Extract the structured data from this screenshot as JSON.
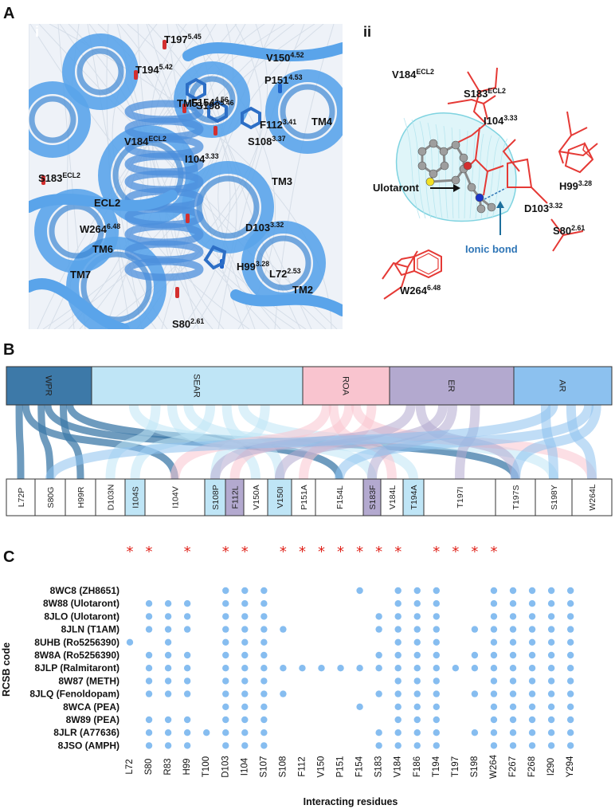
{
  "panel_labels": {
    "A": "A",
    "B": "B",
    "C": "C",
    "i": "i",
    "ii": "ii"
  },
  "panel_ai": {
    "labels": [
      {
        "res": "T197",
        "sup": "5.45"
      },
      {
        "res": "T194",
        "sup": "5.42"
      },
      {
        "res": "V150",
        "sup": "4.52"
      },
      {
        "res": "F154",
        "sup": "4.56"
      },
      {
        "res": "P151",
        "sup": "4.53"
      },
      {
        "res": "TM5",
        "sup": ""
      },
      {
        "res": "S198",
        "sup": "5.46"
      },
      {
        "res": "F112",
        "sup": "3.41"
      },
      {
        "res": "TM4",
        "sup": ""
      },
      {
        "res": "V184",
        "sup": "ECL2"
      },
      {
        "res": "S108",
        "sup": "3.37"
      },
      {
        "res": "I104",
        "sup": "3.33"
      },
      {
        "res": "S183",
        "sup": "ECL2"
      },
      {
        "res": "TM3",
        "sup": ""
      },
      {
        "res": "ECL2",
        "sup": ""
      },
      {
        "res": "W264",
        "sup": "6.48"
      },
      {
        "res": "D103",
        "sup": "3.32"
      },
      {
        "res": "TM6",
        "sup": ""
      },
      {
        "res": "H99",
        "sup": "3.28"
      },
      {
        "res": "TM7",
        "sup": ""
      },
      {
        "res": "L72",
        "sup": "2.53"
      },
      {
        "res": "TM2",
        "sup": ""
      },
      {
        "res": "S80",
        "sup": "2.61"
      }
    ]
  },
  "panel_aii": {
    "labels": [
      {
        "res": "V184",
        "sup": "ECL2"
      },
      {
        "res": "S183",
        "sup": "ECL2"
      },
      {
        "res": "I104",
        "sup": "3.33"
      },
      {
        "res": "H99",
        "sup": "3.28"
      },
      {
        "res": "D103",
        "sup": "3.32"
      },
      {
        "res": "S80",
        "sup": "2.61"
      },
      {
        "res": "W264",
        "sup": "6.48"
      }
    ],
    "ligand": "Ulotaront",
    "bond": "Ionic bond",
    "colors": {
      "residue": "#e53935",
      "bond": "#2e75b6",
      "mesh": "#7fd3e0"
    }
  },
  "panel_b": {
    "regions": [
      {
        "name": "WPR",
        "color": "#3d79a8"
      },
      {
        "name": "SEAR",
        "color": "#bfe5f6"
      },
      {
        "name": "ROA",
        "color": "#f9c4cf"
      },
      {
        "name": "ER",
        "color": "#b3a9cf"
      },
      {
        "name": "AR",
        "color": "#8cc1ef"
      }
    ],
    "mutations": [
      {
        "label": "L72P",
        "hl": ""
      },
      {
        "label": "S80G",
        "hl": ""
      },
      {
        "label": "H99R",
        "hl": ""
      },
      {
        "label": "D103N",
        "hl": ""
      },
      {
        "label": "I104S",
        "hl": "#bfe5f6"
      },
      {
        "label": "I104V",
        "hl": ""
      },
      {
        "label": "S108P",
        "hl": "#bfe5f6"
      },
      {
        "label": "F112L",
        "hl": "#b3a9cf"
      },
      {
        "label": "V150A",
        "hl": ""
      },
      {
        "label": "V150I",
        "hl": "#bfe5f6"
      },
      {
        "label": "P151A",
        "hl": ""
      },
      {
        "label": "F154L",
        "hl": ""
      },
      {
        "label": "S183F",
        "hl": "#b3a9cf"
      },
      {
        "label": "V184L",
        "hl": ""
      },
      {
        "label": "T194A",
        "hl": "#bfe5f6"
      },
      {
        "label": "T197I",
        "hl": ""
      },
      {
        "label": "T197S",
        "hl": ""
      },
      {
        "label": "S198Y",
        "hl": ""
      },
      {
        "label": "W264L",
        "hl": ""
      }
    ]
  },
  "chart_data": {
    "type": "scatter",
    "xlabel": "Interacting residues",
    "ylabel": "RCSB code",
    "residues": [
      "L72",
      "S80",
      "R83",
      "H99",
      "T100",
      "D103",
      "I104",
      "S107",
      "S108",
      "F112",
      "V150",
      "P151",
      "F154",
      "S183",
      "V184",
      "F186",
      "T194",
      "T197",
      "S198",
      "W264",
      "F267",
      "F268",
      "I290",
      "Y294"
    ],
    "starred": [
      "L72",
      "S80",
      "H99",
      "D103",
      "I104",
      "S108",
      "F112",
      "V150",
      "P151",
      "F154",
      "S183",
      "V184",
      "T194",
      "T197",
      "S198",
      "W264"
    ],
    "structures": [
      {
        "name": "8WC8 (ZH8651)",
        "residues": [
          "D103",
          "I104",
          "S107",
          "F154",
          "V184",
          "F186",
          "T194",
          "W264",
          "F267",
          "F268",
          "I290",
          "Y294"
        ]
      },
      {
        "name": "8W88 (Ulotaront)",
        "residues": [
          "S80",
          "R83",
          "H99",
          "D103",
          "I104",
          "S107",
          "V184",
          "F186",
          "T194",
          "W264",
          "F267",
          "F268",
          "I290",
          "Y294"
        ]
      },
      {
        "name": "8JLO (Ulotaront)",
        "residues": [
          "S80",
          "R83",
          "H99",
          "D103",
          "I104",
          "S107",
          "S183",
          "V184",
          "F186",
          "T194",
          "W264",
          "F267",
          "F268",
          "I290",
          "Y294"
        ]
      },
      {
        "name": "8JLN (T1AM)",
        "residues": [
          "S80",
          "R83",
          "H99",
          "D103",
          "I104",
          "S107",
          "S108",
          "S183",
          "V184",
          "F186",
          "T194",
          "S198",
          "W264",
          "F267",
          "F268",
          "I290",
          "Y294"
        ]
      },
      {
        "name": "8UHB (Ro5256390)",
        "residues": [
          "L72",
          "R83",
          "D103",
          "I104",
          "S107",
          "V184",
          "F186",
          "T194",
          "W264",
          "F267",
          "F268",
          "I290",
          "Y294"
        ]
      },
      {
        "name": "8W8A (Ro5256390)",
        "residues": [
          "S80",
          "R83",
          "H99",
          "D103",
          "I104",
          "S107",
          "S183",
          "V184",
          "F186",
          "T194",
          "S198",
          "W264",
          "F267",
          "F268",
          "I290",
          "Y294"
        ]
      },
      {
        "name": "8JLP (Ralmitaront)",
        "residues": [
          "S80",
          "R83",
          "H99",
          "D103",
          "I104",
          "S107",
          "S108",
          "F112",
          "V150",
          "P151",
          "F154",
          "S183",
          "V184",
          "F186",
          "T194",
          "T197",
          "S198",
          "W264",
          "F267",
          "F268",
          "I290",
          "Y294"
        ]
      },
      {
        "name": "8W87 (METH)",
        "residues": [
          "S80",
          "R83",
          "H99",
          "D103",
          "I104",
          "S107",
          "V184",
          "F186",
          "T194",
          "W264",
          "F267",
          "F268",
          "I290",
          "Y294"
        ]
      },
      {
        "name": "8JLQ (Fenoldopam)",
        "residues": [
          "S80",
          "R83",
          "H99",
          "D103",
          "I104",
          "S107",
          "S108",
          "S183",
          "V184",
          "F186",
          "T194",
          "S198",
          "W264",
          "F267",
          "F268",
          "I290",
          "Y294"
        ]
      },
      {
        "name": "8WCA (PEA)",
        "residues": [
          "D103",
          "I104",
          "S107",
          "F154",
          "V184",
          "F186",
          "T194",
          "W264",
          "F267",
          "F268",
          "I290",
          "Y294"
        ]
      },
      {
        "name": "8W89 (PEA)",
        "residues": [
          "S80",
          "R83",
          "H99",
          "D103",
          "I104",
          "S107",
          "V184",
          "F186",
          "T194",
          "W264",
          "F267",
          "F268",
          "I290",
          "Y294"
        ]
      },
      {
        "name": "8JLR (A77636)",
        "residues": [
          "S80",
          "R83",
          "H99",
          "T100",
          "D103",
          "I104",
          "S107",
          "S183",
          "V184",
          "F186",
          "T194",
          "S198",
          "W264",
          "F267",
          "F268",
          "I290",
          "Y294"
        ]
      },
      {
        "name": "8JSO (AMPH)",
        "residues": [
          "S80",
          "R83",
          "H99",
          "D103",
          "I104",
          "S107",
          "S183",
          "V184",
          "F186",
          "T194",
          "W264",
          "F267",
          "F268",
          "I290",
          "Y294"
        ]
      }
    ],
    "colors": {
      "dot": "#86bdf0",
      "star": "#e0231b"
    }
  }
}
